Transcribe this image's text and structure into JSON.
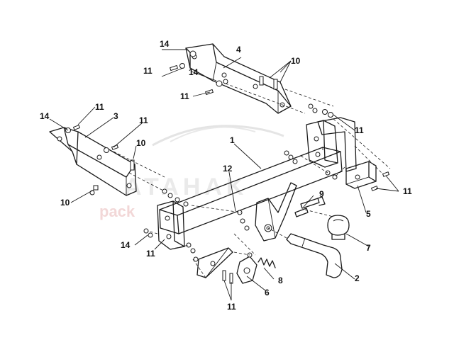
{
  "diagram": {
    "callouts": [
      {
        "id": "c1",
        "label": "1"
      },
      {
        "id": "c2",
        "label": "2"
      },
      {
        "id": "c3",
        "label": "3"
      },
      {
        "id": "c4",
        "label": "4"
      },
      {
        "id": "c5",
        "label": "5"
      },
      {
        "id": "c6",
        "label": "6"
      },
      {
        "id": "c7",
        "label": "7"
      },
      {
        "id": "c8",
        "label": "8"
      },
      {
        "id": "c9",
        "label": "9"
      },
      {
        "id": "c10a",
        "label": "10"
      },
      {
        "id": "c10b",
        "label": "10"
      },
      {
        "id": "c10c",
        "label": "10"
      },
      {
        "id": "c11a",
        "label": "11"
      },
      {
        "id": "c11b",
        "label": "11"
      },
      {
        "id": "c11c",
        "label": "11"
      },
      {
        "id": "c11d",
        "label": "11"
      },
      {
        "id": "c11e",
        "label": "11"
      },
      {
        "id": "c11f",
        "label": "11"
      },
      {
        "id": "c11g",
        "label": "11"
      },
      {
        "id": "c11h",
        "label": "11"
      },
      {
        "id": "c12",
        "label": "12"
      },
      {
        "id": "c14a",
        "label": "14"
      },
      {
        "id": "c14b",
        "label": "14"
      },
      {
        "id": "c14c",
        "label": "14"
      },
      {
        "id": "c14d",
        "label": "14"
      }
    ]
  },
  "watermark": {
    "brand_text": "ATAHAK",
    "sub_text": "pack"
  },
  "colors": {
    "line": "#1a1a1a",
    "watermark_brand": "#d9d9d9",
    "watermark_sub": "#e8b8b8"
  }
}
